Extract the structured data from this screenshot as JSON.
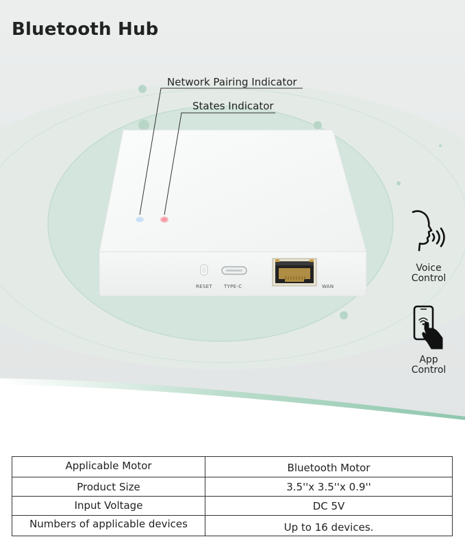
{
  "title": "Bluetooth Hub",
  "callouts": {
    "network_pairing": "Network Pairing Indicator",
    "states": "States Indicator"
  },
  "ports": {
    "reset": "RESET",
    "type_c": "TYPE-C",
    "wan": "WAN"
  },
  "features": [
    {
      "label_line1": "Voice",
      "label_line2": "Control",
      "icon": "voice-control-icon"
    },
    {
      "label_line1": "App",
      "label_line2": "Control",
      "icon": "app-control-icon"
    }
  ],
  "specs": [
    {
      "name": "Applicable Motor",
      "value": "Bluetooth Motor"
    },
    {
      "name": "Product Size",
      "value": "3.5''x 3.5''x 0.9''"
    },
    {
      "name": "Input Voltage",
      "value": "DC 5V"
    },
    {
      "name": "Numbers of applicable devices",
      "value": "Up to 16 devices."
    }
  ],
  "colors": {
    "background": "#e6e8e8",
    "ring_outer": "#dfe7e3",
    "ring_inner": "#cfe1d9",
    "accent_teal": "#7fb9a3",
    "led_blue": "#7fb8f0",
    "led_red": "#f05a6a"
  }
}
